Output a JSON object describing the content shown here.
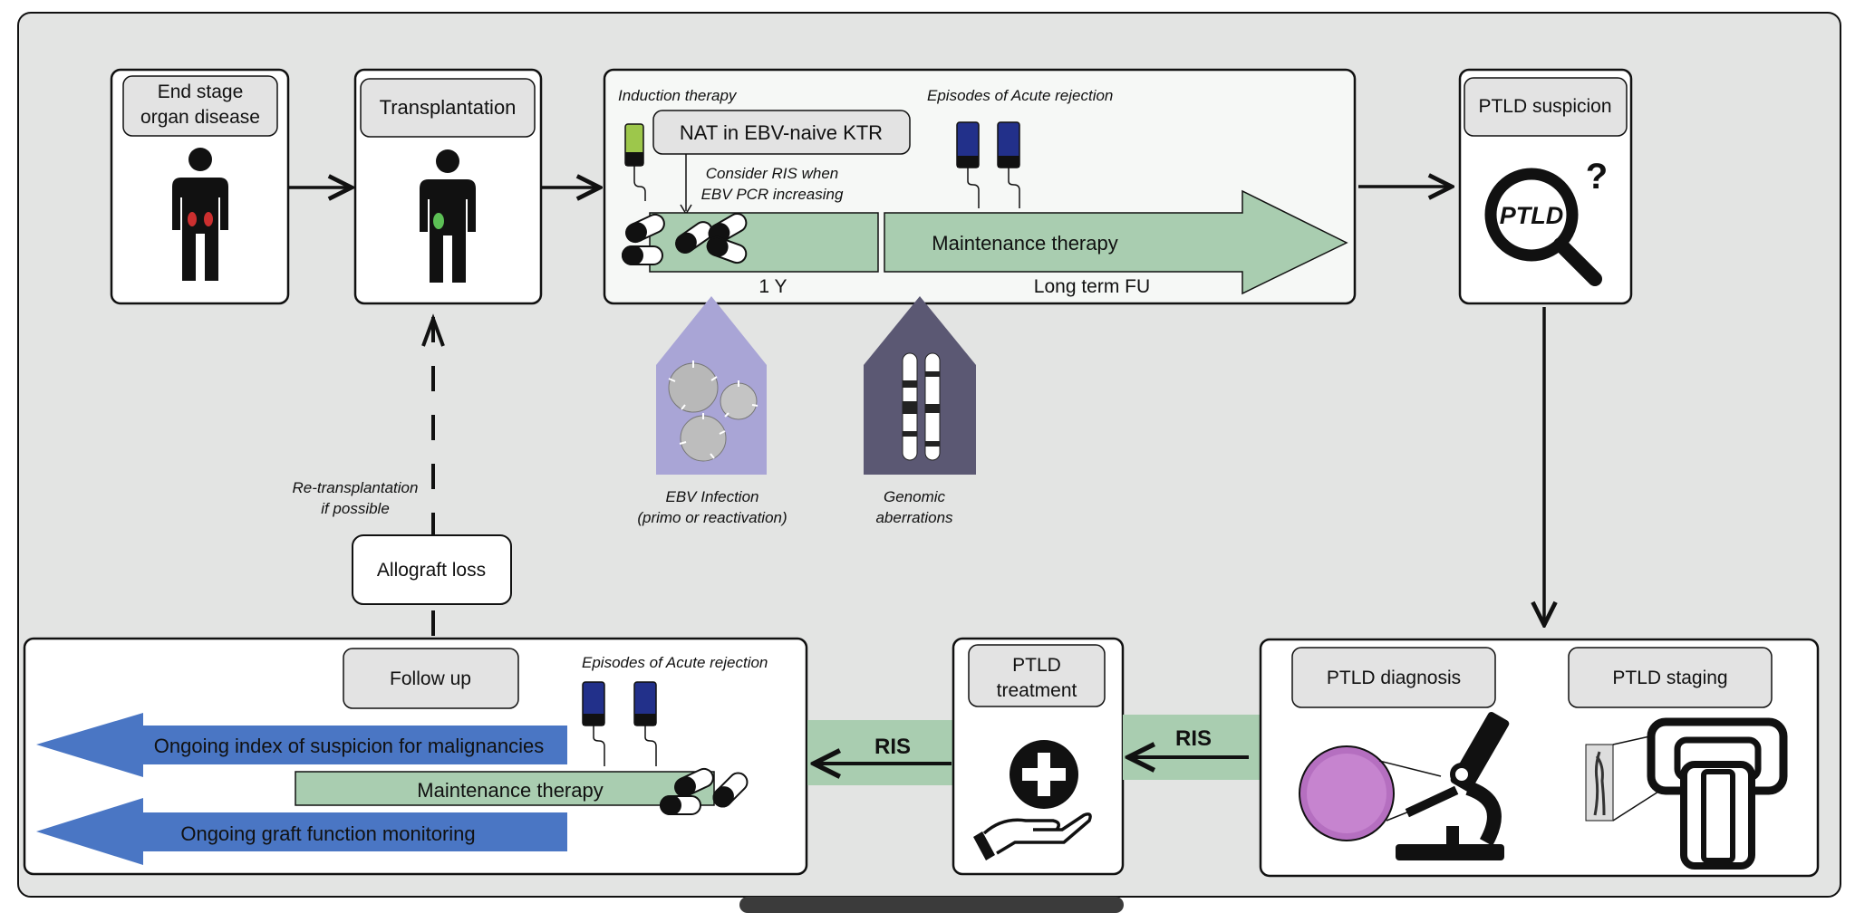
{
  "boxes": {
    "end_stage": [
      "End stage",
      "organ disease"
    ],
    "transplantation": "Transplantation",
    "ptld_suspicion": "PTLD suspicion",
    "ptld_diagnosis": "PTLD diagnosis",
    "ptld_staging": "PTLD staging",
    "ptld_treatment": [
      "PTLD",
      "treatment"
    ],
    "follow_up": "Follow up",
    "allograft_loss": "Allograft loss"
  },
  "therapy": {
    "induction_label": "Induction therapy",
    "nat_label": "NAT in EBV-naive  KTR",
    "consider_ris": [
      "Consider RIS when",
      "EBV PCR increasing"
    ],
    "acute_rejection_top": "Episodes of Acute rejection",
    "maintenance_top": "Maintenance therapy",
    "one_year": "1 Y",
    "long_term": "Long term FU"
  },
  "risks": {
    "ebv": [
      "EBV Infection",
      "(primo or reactivation)"
    ],
    "genomic": [
      "Genomic",
      "aberrations"
    ]
  },
  "icons": {
    "ptld_text": "PTLD",
    "question": "?"
  },
  "retransplant": [
    "Re-transplantation",
    "if possible"
  ],
  "ris": {
    "left": "RIS",
    "right": "RIS"
  },
  "followup": {
    "acute_rejection": "Episodes of Acute rejection",
    "malignancy": "Ongoing index of suspicion for malignancies",
    "maintenance": "Maintenance therapy",
    "graft": "Ongoing graft function monitoring"
  },
  "colors": {
    "background_panel": "#e3e4e3",
    "box_fill": "#ffffff",
    "label_fill": "#e3e3e3",
    "green": "#a9cdb0",
    "blue": "#4a76c4",
    "lavender": "#a9a5d6",
    "slate": "#5b5873",
    "red": "#cc2f2f",
    "kidney_green": "#5cbf55"
  }
}
